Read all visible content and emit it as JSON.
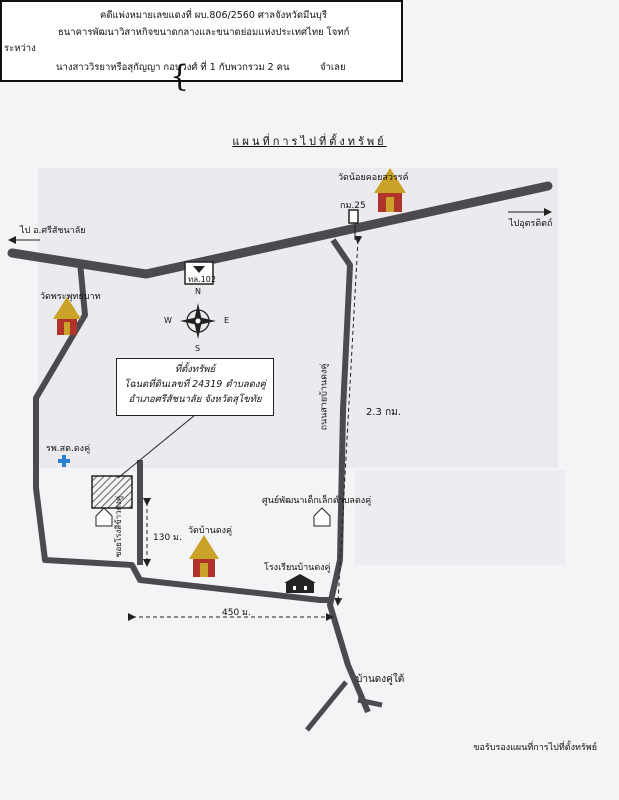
{
  "header": {
    "case_line": "คดีแพ่งหมายเลขแดงที่  ผบ.806/2560   ศาลจังหวัดมีนบุรี",
    "plaintiff_line": "ธนาคารพัฒนาวิสาหกิจขนาดกลางและขนาดย่อมแห่งประเทศไทย  โจทก์",
    "between_label": "ระหว่าง",
    "defendant_line": "นางสาววิรยาหรือสุกัญญา  กอนวงศ์  ที่  1  กับพวกรวม 2 คน",
    "defendant_role": "จำเลย"
  },
  "map_title": "แผนที่การไปที่ตั้งทรัพย์",
  "labels": {
    "to_sri_satchanalai": "ไป อ.ศรีสัชนาลัย",
    "to_uttaradit": "ไปอุตรดิตถ์",
    "temple_noi": "วัดน้อยคอยสวรรค์",
    "km25": "กม.25",
    "highway": "ทล.102",
    "temple_phra_phutthabat": "วัดพระพุทธบาท",
    "compass_n": "N",
    "compass_s": "S",
    "compass_e": "E",
    "compass_w": "W",
    "road_bandongku": "ถนนสายบ้านดงคู่",
    "distance_23": "2.3 กม.",
    "hospital": "รพ.สต.ดงคู่",
    "childcare": "ศูนย์พัฒนาเด็กเล็กตำบลดงคู่",
    "alley": "ซอยโรงสีข้าวดงคู่",
    "distance_130": "130 ม.",
    "temple_bandongku": "วัดบ้านดงคู่",
    "school": "โรงเรียนบ้านดงคู่",
    "distance_450": "450 ม.",
    "village_south": "บ้านดงคู่ใต้"
  },
  "callout": {
    "line1": "ที่ตั้งทรัพย์",
    "line2": "โฉนดที่ดินเลขที่ 24319 ตำบลดงคู่",
    "line3": "อำเภอศรีสัชนาลัย  จังหวัดสุโขทัย"
  },
  "footer_note": "ขอรับรองแผนที่การไปที่ตั้งทรัพย์",
  "colors": {
    "road": "#4a4a50",
    "temple_gold": "#c9a227",
    "temple_red": "#b0342a",
    "hospital_blue": "#2a7fd0"
  }
}
